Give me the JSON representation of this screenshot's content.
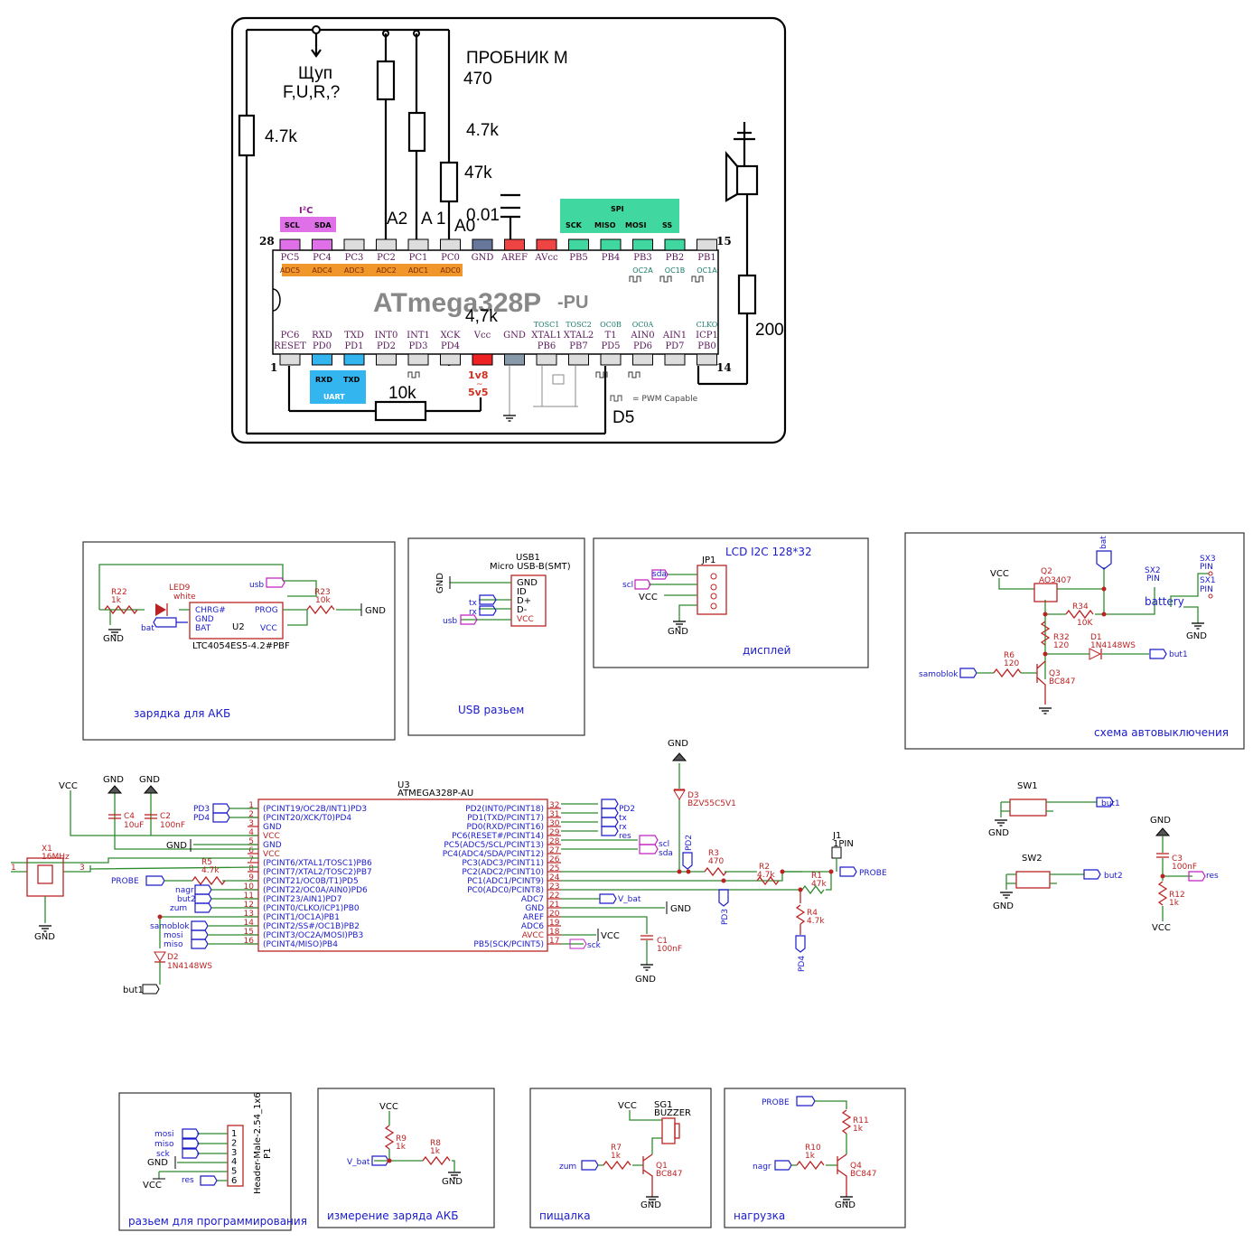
{
  "top": {
    "title": "ПРОБНИК  М",
    "probe_label": "Щуп\nF,U,R,?",
    "chip": "ATmega328P",
    "chip_suffix": "-PU",
    "values": {
      "r470": "470",
      "r4k7": "4.7k",
      "r47k": "47k",
      "c001": "0.01",
      "r4k7b": "4.7k",
      "r200": "200",
      "r10k": "10k",
      "r4k7c": "4,7k"
    },
    "channels": {
      "a2": "A2",
      "a1": "A 1",
      "a0": "A0",
      "d5": "D5"
    },
    "pin_numbers": {
      "p28": "28",
      "p15": "15",
      "p1": "1",
      "p14": "14"
    },
    "groups": {
      "i2c": "I²C",
      "scl": "SCL",
      "sda": "SDA",
      "spi": "SPI",
      "sck": "SCK",
      "miso": "MISO",
      "mosi": "MOSI",
      "ss": "SS",
      "uart": "UART",
      "rxd": "RXD",
      "txd": "TXD"
    },
    "top_pins": [
      [
        "PC5",
        "ADC5"
      ],
      [
        "PC4",
        "ADC4"
      ],
      [
        "PC3",
        "ADC3"
      ],
      [
        "PC2",
        "ADC2"
      ],
      [
        "PC1",
        "ADC1"
      ],
      [
        "PC0",
        "ADC0"
      ],
      [
        "GND",
        ""
      ],
      [
        "AREF",
        ""
      ],
      [
        "AVcc",
        ""
      ],
      [
        "PB5",
        ""
      ],
      [
        "PB4",
        ""
      ],
      [
        "PB3",
        "OC2A"
      ],
      [
        "PB2",
        "OC1B"
      ],
      [
        "PB1",
        "OC1A"
      ]
    ],
    "bot_pins": [
      [
        "PC6",
        "RESET"
      ],
      [
        "RXD",
        "PD0"
      ],
      [
        "TXD",
        "PD1"
      ],
      [
        "INT0",
        "PD2"
      ],
      [
        "INT1",
        "PD3"
      ],
      [
        "XCK",
        "PD4"
      ],
      [
        "Vcc",
        ""
      ],
      [
        "GND",
        ""
      ],
      [
        "TOSC1 XTAL1",
        "PB6"
      ],
      [
        "TOSC2 XTAL2",
        "PB7"
      ],
      [
        "OC0B T1",
        "PD5"
      ],
      [
        "OC0A AIN0",
        "PD6"
      ],
      [
        "AIN1",
        "PD7"
      ],
      [
        "CLKO ICP1",
        "PB0"
      ]
    ],
    "vcc_range": "1v8\n~\n5v5",
    "pwm_note": "= PWM Capable"
  },
  "blocks": {
    "charge": {
      "caption": "зарядка для АКБ",
      "ic": "U2",
      "ic_part": "LTC4054ES5-4.2#PBF",
      "led": "LED9",
      "led_color": "white",
      "r22": "R22",
      "r22v": "1k",
      "r23": "R23",
      "r23v": "10k",
      "gnd": "GND",
      "pins": [
        "CHRG#",
        "GND",
        "BAT",
        "PROG",
        "VCC"
      ],
      "nets": {
        "usb": "usb",
        "bat": "bat"
      }
    },
    "usb": {
      "caption": "USB разьем",
      "ref": "USB1",
      "part": "Micro USB-B(SMT)",
      "pins": [
        "GND",
        "ID",
        "D+",
        "D-",
        "VCC"
      ],
      "nets": [
        "tx",
        "rx",
        "usb"
      ],
      "gnd": "GND"
    },
    "lcd": {
      "caption": "дисплей",
      "title": "LCD I2C 128*32",
      "ref": "JP1",
      "nets": [
        "sda",
        "scl",
        "VCC",
        "GND"
      ]
    },
    "auto": {
      "caption": "схема автовыключения",
      "vcc": "VCC",
      "q2": "Q2",
      "q2p": "AO3407",
      "r34": "R34",
      "r34v": "10K",
      "r32": "R32",
      "r32v": "120",
      "d1": "D1",
      "d1p": "1N4148WS",
      "r6": "R6",
      "r6v": "120",
      "q3": "Q3",
      "q3p": "BC847",
      "samoblok": "samoblok",
      "but1": "but1",
      "bat": "bat",
      "battery": "battery",
      "sx1": "SX1\nPIN",
      "sx2": "SX2\nPIN",
      "sx3": "SX3\nPIN",
      "gnd": "GND"
    },
    "mcu": {
      "ref": "U3",
      "part": "ATMEGA328P-AU",
      "left_pins": [
        [
          "1",
          "(PCINT19/OC2B/INT1)PD3"
        ],
        [
          "2",
          "(PCINT20/XCK/T0)PD4"
        ],
        [
          "3",
          "GND"
        ],
        [
          "4",
          "VCC"
        ],
        [
          "5",
          "GND"
        ],
        [
          "6",
          "VCC"
        ],
        [
          "7",
          "(PCINT6/XTAL1/TOSC1)PB6"
        ],
        [
          "8",
          "(PCINT7/XTAL2/TOSC2)PB7"
        ],
        [
          "9",
          "(PCINT21/OC0B/T1)PD5"
        ],
        [
          "10",
          "(PCINT22/OC0A/AIN0)PD6"
        ],
        [
          "11",
          "(PCINT23/AIN1)PD7"
        ],
        [
          "12",
          "(PCINT0/CLKO/ICP1)PB0"
        ],
        [
          "13",
          "(PCINT1/OC1A)PB1"
        ],
        [
          "14",
          "(PCINT2/SS#/OC1B)PB2"
        ],
        [
          "15",
          "(PCINT3/OC2A/MOSI)PB3"
        ],
        [
          "16",
          "(PCINT4/MISO)PB4"
        ]
      ],
      "right_pins": [
        [
          "32",
          "PD2(INT0/PCINT18)"
        ],
        [
          "31",
          "PD1(TXD/PCINT17)"
        ],
        [
          "30",
          "PD0(RXD/PCINT16)"
        ],
        [
          "29",
          "PC6(RESET#/PCINT14)"
        ],
        [
          "28",
          "PC5(ADC5/SCL/PCINT13)"
        ],
        [
          "27",
          "PC4(ADC4/SDA/PCINT12)"
        ],
        [
          "26",
          "PC3(ADC3/PCINT11)"
        ],
        [
          "25",
          "PC2(ADC2/PCINT10)"
        ],
        [
          "24",
          "PC1(ADC1/PCINT9)"
        ],
        [
          "23",
          "PC0(ADC0/PCINT8)"
        ],
        [
          "22",
          "ADC7"
        ],
        [
          "21",
          "GND"
        ],
        [
          "20",
          "AREF"
        ],
        [
          "19",
          "ADC6"
        ],
        [
          "18",
          "AVCC"
        ],
        [
          "17",
          "PB5(SCK/PCINT5)"
        ]
      ],
      "left_nets": [
        "PD3",
        "PD4",
        "PROBE",
        "nagr",
        "but2",
        "zum",
        "samoblok",
        "mosi",
        "miso"
      ],
      "right_nets": [
        "PD2",
        "tx",
        "rx",
        "res",
        "scl",
        "sda",
        "V_bat",
        "GND",
        "VCC",
        "sck"
      ],
      "c4": "C4",
      "c4v": "10uF",
      "c2": "C2",
      "c2v": "100nF",
      "x1": "X1",
      "x1v": "16MHz",
      "r5": "R5",
      "r5v": "4.7k",
      "d2": "D2",
      "d2p": "1N4148WS",
      "but1": "but1",
      "vcc": "VCC",
      "gnd": "GND",
      "c1": "C1",
      "c1v": "100nF",
      "d3": "D3",
      "d3p": "BZV55C5V1",
      "r3": "R3",
      "r3v": "470",
      "r2": "R2",
      "r2v": "4.7k",
      "r1": "R1",
      "r1v": "47k",
      "r4": "R4",
      "r4v": "4.7k",
      "j1": "J1",
      "j1p": "1PIN",
      "probe": "PROBE",
      "pd2": "PD2",
      "pd3": "PD3",
      "pd4": "PD4"
    },
    "buttons": {
      "sw1": "SW1",
      "sw2": "SW2",
      "but1": "but1",
      "but2": "but2",
      "gnd": "GND"
    },
    "reset": {
      "gnd": "GND",
      "c3": "C3",
      "c3v": "100nF",
      "r12": "R12",
      "r12v": "1k",
      "res": "res",
      "vcc": "VCC"
    },
    "prog": {
      "caption": "разьем для программирования",
      "ref": "P1",
      "part": "Header-Male-2.54_1x6",
      "nets": [
        "mosi",
        "miso",
        "sck",
        "GND",
        "VCC",
        "res"
      ],
      "pins": [
        "1",
        "2",
        "3",
        "4",
        "5",
        "6"
      ]
    },
    "vbat": {
      "caption": "измерение заряда АКБ",
      "vcc": "VCC",
      "r9": "R9",
      "r9v": "1k",
      "r8": "R8",
      "r8v": "1k",
      "net": "V_bat",
      "gnd": "GND"
    },
    "buzzer": {
      "caption": "пищалка",
      "vcc": "VCC",
      "ref": "SG1",
      "part": "BUZZER",
      "r7": "R7",
      "r7v": "1k",
      "q1": "Q1",
      "q1p": "BC847",
      "net": "zum",
      "gnd": "GND"
    },
    "load": {
      "caption": "нагрузка",
      "probe": "PROBE",
      "r11": "R11",
      "r11v": "1k",
      "r10": "R10",
      "r10v": "1k",
      "q4": "Q4",
      "q4p": "BC847",
      "net": "nagr",
      "gnd": "GND"
    }
  }
}
